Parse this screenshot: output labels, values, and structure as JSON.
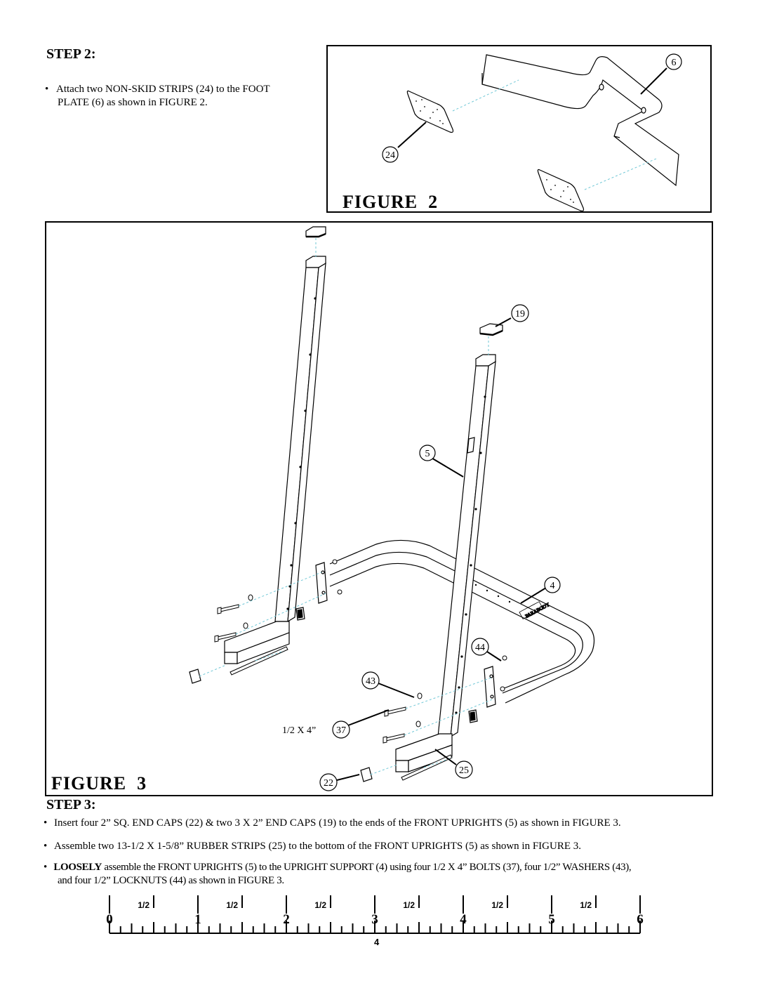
{
  "step2": {
    "title": "STEP 2:",
    "bullet": "Attach two NON-SKID STRIPS (24) to the FOOT PLATE (6) as shown in FIGURE 2.",
    "bullet_line1": "Attach two NON-SKID STRIPS (24) to the FOOT",
    "bullet_line2": "PLATE (6) as shown in FIGURE 2."
  },
  "figure2": {
    "label": "FIGURE  2",
    "callouts": [
      "6",
      "24"
    ]
  },
  "figure3": {
    "label": "FIGURE  3",
    "callouts": [
      "19",
      "5",
      "4",
      "44",
      "43",
      "37",
      "25",
      "22"
    ],
    "bolt_spec": "1/2 X 4”",
    "brand_mark": "PARABODY"
  },
  "step3": {
    "title": "STEP 3:",
    "bullets": [
      {
        "bold": "",
        "text": "Insert four 2” SQ. END CAPS (22) & two 3 X 2” END CAPS (19) to the ends of the FRONT UPRIGHTS (5) as shown in FIGURE 3."
      },
      {
        "bold": "",
        "text": "Assemble two 13-1/2 X 1-5/8” RUBBER STRIPS (25) to the bottom of the FRONT UPRIGHTS (5) as shown in FIGURE 3."
      },
      {
        "bold": "LOOSELY",
        "text": " assemble the FRONT UPRIGHTS (5) to the UPRIGHT SUPPORT (4) using four 1/2 X 4” BOLTS (37), four 1/2” WASHERS (43),",
        "text2": "and four 1/2” LOCKNUTS (44) as shown in FIGURE 3."
      }
    ]
  },
  "ruler": {
    "numbers": [
      "0",
      "1",
      "2",
      "3",
      "4",
      "5",
      "6"
    ],
    "half_label": "1/2"
  },
  "page_number": "4"
}
